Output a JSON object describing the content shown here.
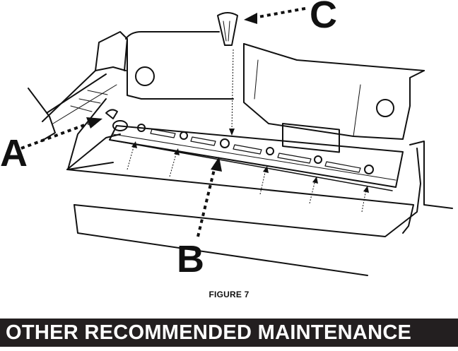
{
  "figure": {
    "callouts": {
      "a": "A",
      "b": "B",
      "c": "C"
    },
    "caption": "FIGURE 7"
  },
  "section": {
    "title": "OTHER RECOMMENDED MAINTENANCE"
  },
  "colors": {
    "line": "#111111",
    "header_bg": "#231f20",
    "header_text": "#ffffff"
  }
}
